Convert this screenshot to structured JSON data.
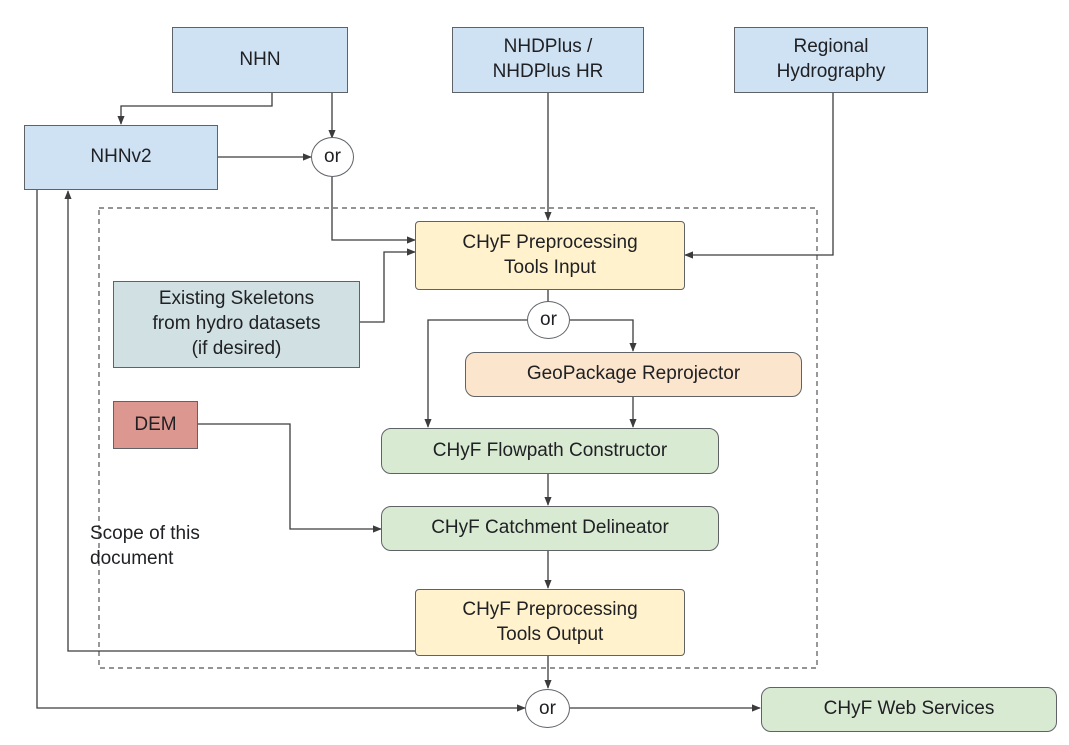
{
  "nodes": {
    "nhn": "NHN",
    "nhdplus": "NHDPlus /\nNHDPlus HR",
    "regional": "Regional\nHydrography",
    "nhnv2": "NHNv2",
    "preproc_input": "CHyF Preprocessing\nTools Input",
    "existing_skeletons": "Existing Skeletons\nfrom hydro datasets\n(if desired)",
    "geopackage": "GeoPackage Reprojector",
    "dem": "DEM",
    "flowpath": "CHyF Flowpath Constructor",
    "catchment": "CHyF Catchment Delineator",
    "preproc_output": "CHyF Preprocessing\nTools Output",
    "web_services": "CHyF Web Services"
  },
  "or_labels": {
    "or_top": "or",
    "or_middle": "or",
    "or_bottom": "or"
  },
  "scope_label": "Scope of this\ndocument",
  "colors": {
    "source_blue": "#cfe2f3",
    "tools_yellow": "#fff2cc",
    "skeleton_teal": "#d0e0e3",
    "reprojector_orange": "#fce5cd",
    "process_green": "#d9ead3",
    "dem_red": "#dd9791",
    "line": "#3c3c3c"
  }
}
